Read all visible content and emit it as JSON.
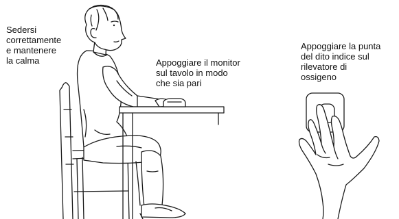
{
  "captions": {
    "posture": [
      "Sedersi",
      "correttamente",
      "e mantenere",
      "la calma"
    ],
    "monitor": [
      "Appoggiare il monitor",
      "sul tavolo in modo",
      "che sia pari"
    ],
    "finger": [
      "Appoggiare la punta",
      "del dito indice sul",
      "rilevatore di",
      "ossigeno"
    ]
  }
}
